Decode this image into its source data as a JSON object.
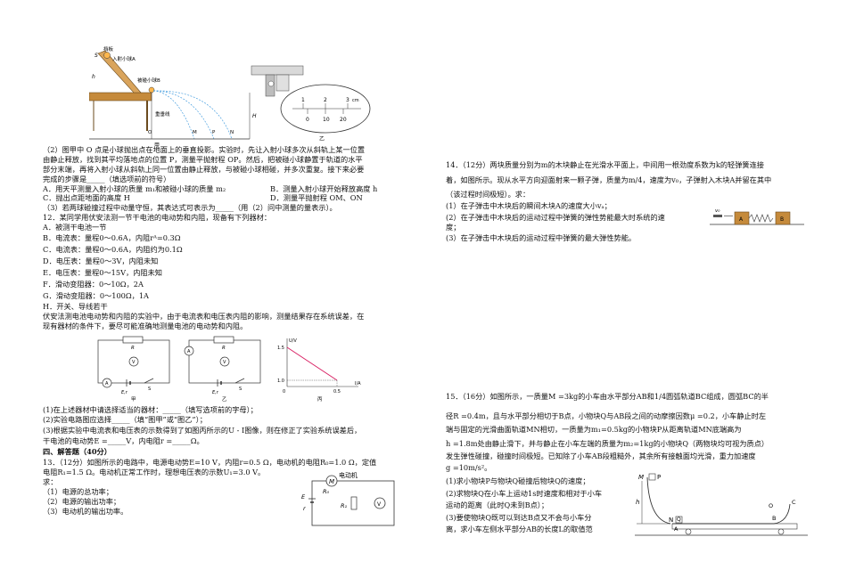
{
  "left": {
    "fig1": {
      "baffle": "挡板",
      "incident_ball": "入射小球A",
      "target_ball": "被碰小球B",
      "plumb_line": "重垂线",
      "h": "h",
      "H": "H",
      "s": "S",
      "points": [
        "O",
        "M",
        "P",
        "N"
      ],
      "caption": "甲"
    },
    "fig2": {
      "top_ticks": [
        "1",
        "2",
        "3"
      ],
      "unit": "cm",
      "bottom_ticks": [
        "0",
        "10",
        "20"
      ],
      "caption": "乙"
    },
    "q11_2_lines": [
      "（2）图甲中 O 点是小球抛出点在地面上的垂直投影。实验时，先让入射小球多次从斜轨上某一位置",
      "由静止释放，找到其平均落地点的位置 P，测量平抛射程 OP。然后，把被碰小球静置于轨道的水平",
      "部分末端，再将入射小球从斜轨上同一位置由静止释放，与被碰小球相碰，并多次重复。接下来必要",
      "完成的步骤是_____（填选项前的符号）"
    ],
    "q11_opt_A": "A．用天平测量入射小球的质量 m₁和被碰小球的质量 m₂",
    "q11_opt_B": "B．测量入射小球开始释放高度 h",
    "q11_opt_C": "C．抛出点距地面的高度 H",
    "q11_opt_D": "D．测量平抛射程 OM、ON",
    "q11_3": "（3）若两球碰撞过程中动量守恒，其表达式可表示为_____（用（2）问中测量的量表示）。",
    "q12_intro": "12．某同学用伏安法测一节干电池的电动势和内阻，现备有下列器材：",
    "q12_items": [
      "A．被测干电池一节",
      "B．电流表：量程0～0.6A，内阻rᴬ=0.3Ω",
      "C．电流表：量程0～0.6A，内阻约为0.1Ω",
      "D．电压表：量程0～3V，内阻未知",
      "E．电压表：量程0～15V，内阻未知",
      "F．滑动变阻器：0～10Ω，2A",
      "G．滑动变阻器：0～100Ω，1A",
      "H．开关、导线若干"
    ],
    "q12_desc": [
      "伏安法测电池电动势和内阻的实验中，由于电流表和电压表内阻的影响，测量结果存在系统误差，在",
      "现有器材的条件下，要尽可能准确地测量电池的电动势和内阻。"
    ],
    "circuit_fig": {
      "R": "R",
      "V": "V",
      "A": "A",
      "E": "E,r",
      "S": "S",
      "cap1": "甲",
      "cap2": "乙",
      "graph_ylabel": "U/V",
      "graph_xlabel": "I/A",
      "y_ticks": [
        "1.5",
        "1.0"
      ],
      "x_tick": "0.5",
      "origin": "0",
      "cap3": "丙"
    },
    "q12_qs": [
      "(1)在上述器材中请选择适当的器材：_____（填写选项前的字母）；",
      "(2)实验电路图应选择_____（填“图甲”或“图乙”）；",
      "(3)根据实验中电流表和电压表的示数得到了如图丙所示的U - I图像，则在修正了实验系统误差后，",
      "干电池的电动势E =_____V，内电阻r =_____Ω。"
    ],
    "section4": "四、解答题（40分）",
    "q13": [
      "13．（12分）如图所示的电路中，电源电动势E=10 V，内阻r=0.5 Ω，电动机的电阻R₀=1.0 Ω，定值",
      "电阻R₁=1.5 Ω。电动机正常工作时，理想电压表的示数U₁=3.0 V。",
      "求：",
      "（1）电源的总功率；",
      "（2）电源的输出功率；",
      "（3）电动机的输出功率。"
    ],
    "motor_fig": {
      "motor_label": "电动机",
      "M": "M",
      "R0": "R₀",
      "R1": "R₁",
      "V": "V",
      "E": "E",
      "r": "r"
    }
  },
  "right": {
    "q14": [
      "14．（12分）两块质量分别为m的木块静止在光滑水平面上，中间用一根劲度系数为k的轻弹簧连接",
      "着，如图所示。现从水平方向迎面射来一颗子弹，质量为m/4，速度为v₀，子弹射入木块A并留在其中",
      "（该过程时间极短）。求：",
      "(1）在子弹击中木块后的瞬间木块A的速度大小vₐ；",
      "(2）在子弹击中木块后的运动过程中弹簧的弹性势能最大时系统的速",
      "度；",
      "(3）在子弹击中木块后的运动过程中弹簧的最大弹性势能。"
    ],
    "q14_fig": {
      "v0": "v₀",
      "A": "A",
      "B": "B"
    },
    "q15": [
      "15．（16分）如图所示，一质量M =3kg的小车由水平部分AB和1/4圆弧轨道BC组成，圆弧BC的半",
      "径R =0.4m，且与水平部分相切于B点，小物块Q与AB段之间的动摩擦因数μ =0.2，小车静止时左",
      "端与固定的光滑曲面轨道MN相切，一质量为m₁=0.5kg的小物块P从距离轨道MN底端高为",
      "h =1.8m处由静止滑下，并与静止在小车左端的质量为m₂=1kg的小物块Q（两物块均可视为质点）",
      "发生弹性碰撞，碰撞时间极短。已知除了小车AB段粗糙外，其余所有接触面均光滑，重力加速度",
      "g =10m/s²。"
    ],
    "q15_qs": [
      "(1)求小物块P与物块Q碰撞后物块Q的速度；",
      "(2)求物块Q在小车上运动1s时速度和相对于小车",
      "运动的距离（此时Q未到B点）；",
      "(3)要使物块Q既可以到达B点又不会与小车分",
      "离，求小车左侧水平部分AB的长度L的取值范"
    ],
    "q15_fig": {
      "M": "M",
      "P": "P",
      "h": "h",
      "N": "N",
      "Q": "Q",
      "A": "A",
      "B": "B",
      "O": "O",
      "C": "C"
    }
  }
}
